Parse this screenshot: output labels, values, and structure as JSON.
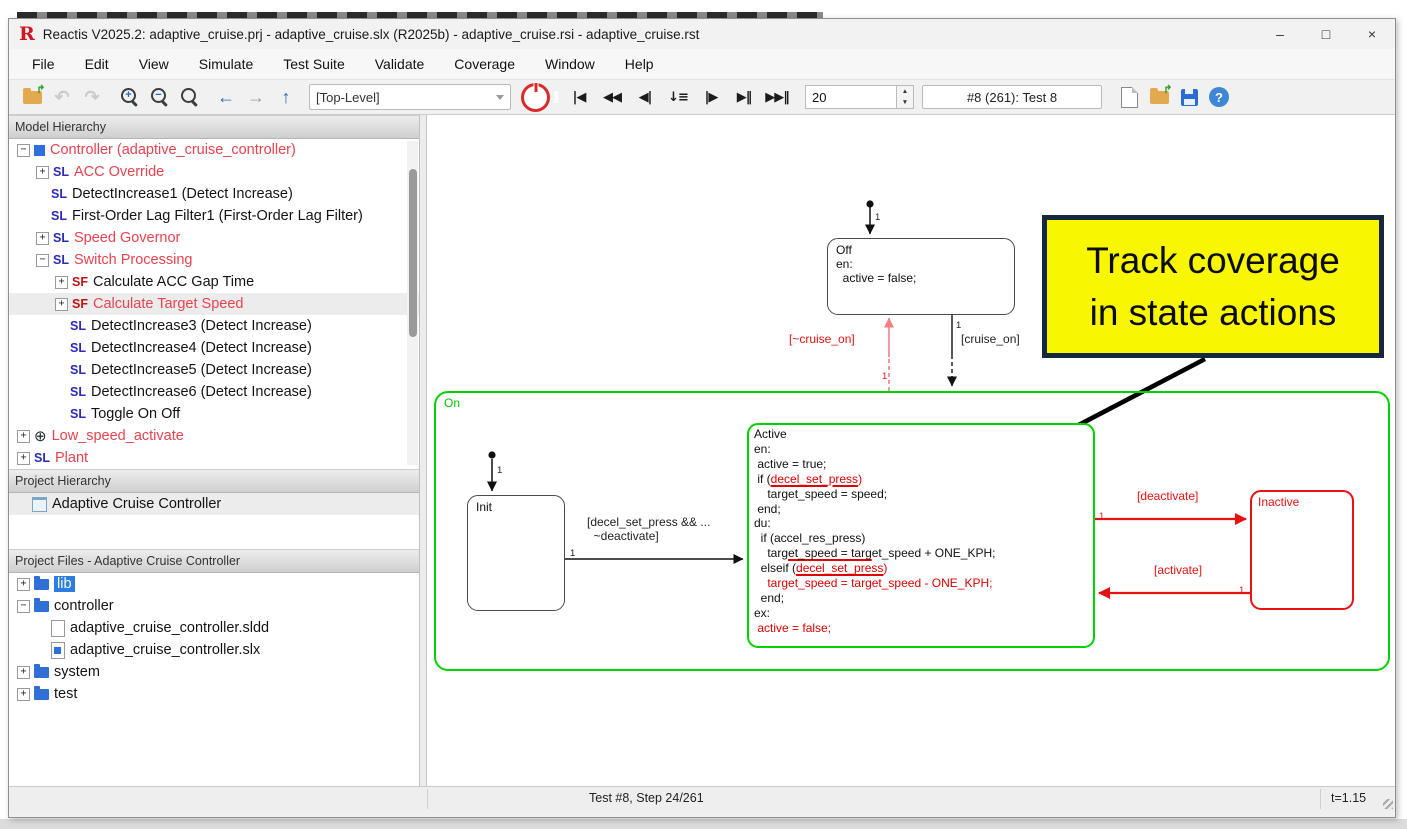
{
  "window": {
    "logo": "R",
    "title": "Reactis V2025.2: adaptive_cruise.prj - adaptive_cruise.slx (R2025b) - adaptive_cruise.rsi - adaptive_cruise.rst",
    "minimize": "–",
    "maximize": "□",
    "close": "×"
  },
  "menu": {
    "items": [
      "File",
      "Edit",
      "View",
      "Simulate",
      "Test Suite",
      "Validate",
      "Coverage",
      "Window",
      "Help"
    ]
  },
  "toolbar": {
    "undo": "↶",
    "redo": "↷",
    "zoom_in_sign": "+",
    "zoom_out_sign": "−",
    "back": "←",
    "forward": "→",
    "up": "↑",
    "breadcrumb": "[Top-Level]",
    "media": [
      "|◀",
      "◀◀",
      "◀|",
      "↓≡",
      "|▶",
      "▶‖",
      "▶▶‖"
    ],
    "media_names": [
      "skip-to-start",
      "rewind",
      "step-back",
      "step-into",
      "step-forward",
      "play-pause",
      "fast-forward-pause"
    ],
    "step_count": "20",
    "spin_up": "▲",
    "spin_down": "▼",
    "test_field": "#8 (261): Test 8",
    "help": "?",
    "open_arrow": "↱"
  },
  "panels": {
    "model_hierarchy": {
      "title": "Model Hierarchy",
      "items": [
        {
          "indent": 0,
          "expand": "minus",
          "icon": "model",
          "label": "Controller (adaptive_cruise_controller)",
          "red": true
        },
        {
          "indent": 1,
          "expand": "plus",
          "icon": "sl",
          "label": "ACC Override",
          "red": true
        },
        {
          "indent": 1,
          "expand": null,
          "icon": "sl",
          "label": "DetectIncrease1 (Detect Increase)"
        },
        {
          "indent": 1,
          "expand": null,
          "icon": "sl",
          "label": "First-Order Lag Filter1 (First-Order Lag Filter)"
        },
        {
          "indent": 1,
          "expand": "plus",
          "icon": "sl",
          "label": "Speed Governor",
          "red": true
        },
        {
          "indent": 1,
          "expand": "minus",
          "icon": "sl",
          "label": "Switch Processing",
          "red": true
        },
        {
          "indent": 2,
          "expand": "plus",
          "icon": "sf",
          "label": "Calculate ACC Gap Time"
        },
        {
          "indent": 2,
          "expand": "plus",
          "icon": "sf",
          "label": "Calculate Target Speed",
          "red": true,
          "selected": true
        },
        {
          "indent": 2,
          "expand": null,
          "icon": "sl",
          "label": "DetectIncrease3 (Detect Increase)"
        },
        {
          "indent": 2,
          "expand": null,
          "icon": "sl",
          "label": "DetectIncrease4 (Detect Increase)"
        },
        {
          "indent": 2,
          "expand": null,
          "icon": "sl",
          "label": "DetectIncrease5 (Detect Increase)"
        },
        {
          "indent": 2,
          "expand": null,
          "icon": "sl",
          "label": "DetectIncrease6 (Detect Increase)"
        },
        {
          "indent": 2,
          "expand": null,
          "icon": "sl",
          "label": "Toggle On Off"
        },
        {
          "indent": 0,
          "expand": "plus",
          "icon": "chart",
          "label": "Low_speed_activate",
          "red": true
        },
        {
          "indent": 0,
          "expand": "plus",
          "icon": "sl",
          "label": "Plant",
          "red": true
        }
      ]
    },
    "project_hierarchy": {
      "title": "Project Hierarchy",
      "items": [
        {
          "indent": 0,
          "expand": null,
          "icon": "project",
          "label": "Adaptive Cruise Controller",
          "selected": true
        }
      ]
    },
    "project_files": {
      "title": "Project Files - Adaptive Cruise Controller",
      "items": [
        {
          "indent": 0,
          "expand": "plus",
          "icon": "folder",
          "label": "lib",
          "blueSel": true
        },
        {
          "indent": 0,
          "expand": "minus",
          "icon": "folder",
          "label": "controller"
        },
        {
          "indent": 1,
          "expand": null,
          "icon": "file",
          "label": "adaptive_cruise_controller.sldd"
        },
        {
          "indent": 1,
          "expand": null,
          "icon": "file-slx",
          "label": "adaptive_cruise_controller.slx"
        },
        {
          "indent": 0,
          "expand": "plus",
          "icon": "folder",
          "label": "system"
        },
        {
          "indent": 0,
          "expand": "plus",
          "icon": "folder",
          "label": "test"
        }
      ]
    }
  },
  "diagram": {
    "off_text": "Off\nen:\n  active = false;",
    "on_label": "On",
    "init_label": "Init",
    "inactive_label": "Inactive",
    "active_lines": [
      [
        {
          "t": "Active"
        }
      ],
      [
        {
          "t": "en:"
        }
      ],
      [
        {
          "t": " active = true;"
        }
      ],
      [
        {
          "t": " if ("
        },
        {
          "t": "decel_set_press",
          "c": 1,
          "u": 1
        },
        {
          "t": ")",
          "c": 1
        }
      ],
      [
        {
          "t": "    target_speed = speed;"
        }
      ],
      [
        {
          "t": " end;"
        }
      ],
      [
        {
          "t": "du:"
        }
      ],
      [
        {
          "t": "  if (accel_res_press)"
        }
      ],
      [
        {
          "t": "    targ"
        },
        {
          "t": "et_speed = targ",
          "u": 1
        },
        {
          "t": "et_speed + ONE_KPH;"
        }
      ],
      [
        {
          "t": "  elseif ("
        },
        {
          "t": "decel_set_press",
          "c": 1,
          "u": 1
        },
        {
          "t": ")",
          "c": 1
        }
      ],
      [
        {
          "t": "    target_speed = target_speed - ONE_KPH;",
          "c": 1
        }
      ],
      [
        {
          "t": "  end;"
        }
      ],
      [
        {
          "t": "ex:"
        }
      ],
      [
        {
          "t": " active = false;",
          "c": 1
        }
      ]
    ],
    "labels": {
      "not_cruise_on": "[~cruise_on]",
      "cruise_on": "[cruise_on]",
      "init_guard": "[decel_set_press && ...\n  ~deactivate]",
      "deactivate": "[deactivate]",
      "activate": "[activate]",
      "one": "1"
    },
    "callout_text": "Track coverage\nin state actions",
    "colors": {
      "covered_green": "#00d400",
      "uncovered_red": "#ee1111",
      "partial_salmon": "#f28080",
      "callout_bg": "#f8f600",
      "callout_border": "#16283c"
    }
  },
  "status": {
    "test": "Test #8, Step 24/261",
    "time": "t=1.15"
  }
}
